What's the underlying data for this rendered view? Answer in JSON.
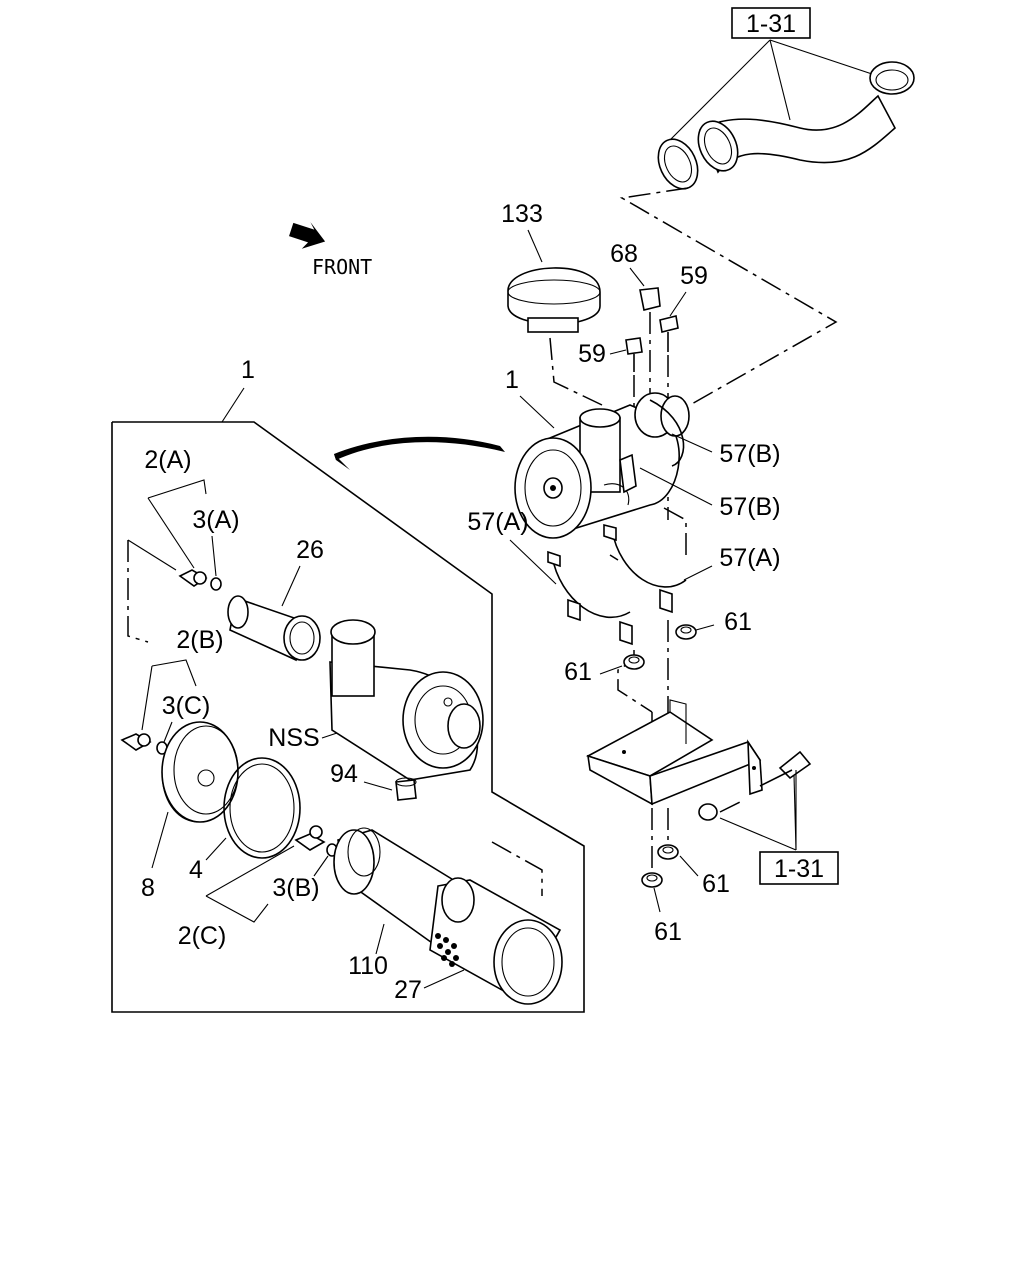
{
  "front_label": "FRONT",
  "references": {
    "top": "1-31",
    "bottom": "1-31"
  },
  "callouts": {
    "c133": "133",
    "c68": "68",
    "c59a": "59",
    "c59b": "59",
    "c1_assembly": "1",
    "c1_group": "1",
    "c57b_upper": "57(B)",
    "c57b_lower": "57(B)",
    "c57a_left": "57(A)",
    "c57a_right": "57(A)",
    "c61_a": "61",
    "c61_b": "61",
    "c61_c": "61",
    "c61_d": "61",
    "c2a": "2(A)",
    "c3a": "3(A)",
    "c26": "26",
    "c2b": "2(B)",
    "c3c": "3(C)",
    "cnss": "NSS",
    "c94": "94",
    "c8": "8",
    "c4": "4",
    "c3b": "3(B)",
    "c2c": "2(C)",
    "c110": "110",
    "c27": "27"
  },
  "icons": [
    "front-arrow-icon"
  ]
}
